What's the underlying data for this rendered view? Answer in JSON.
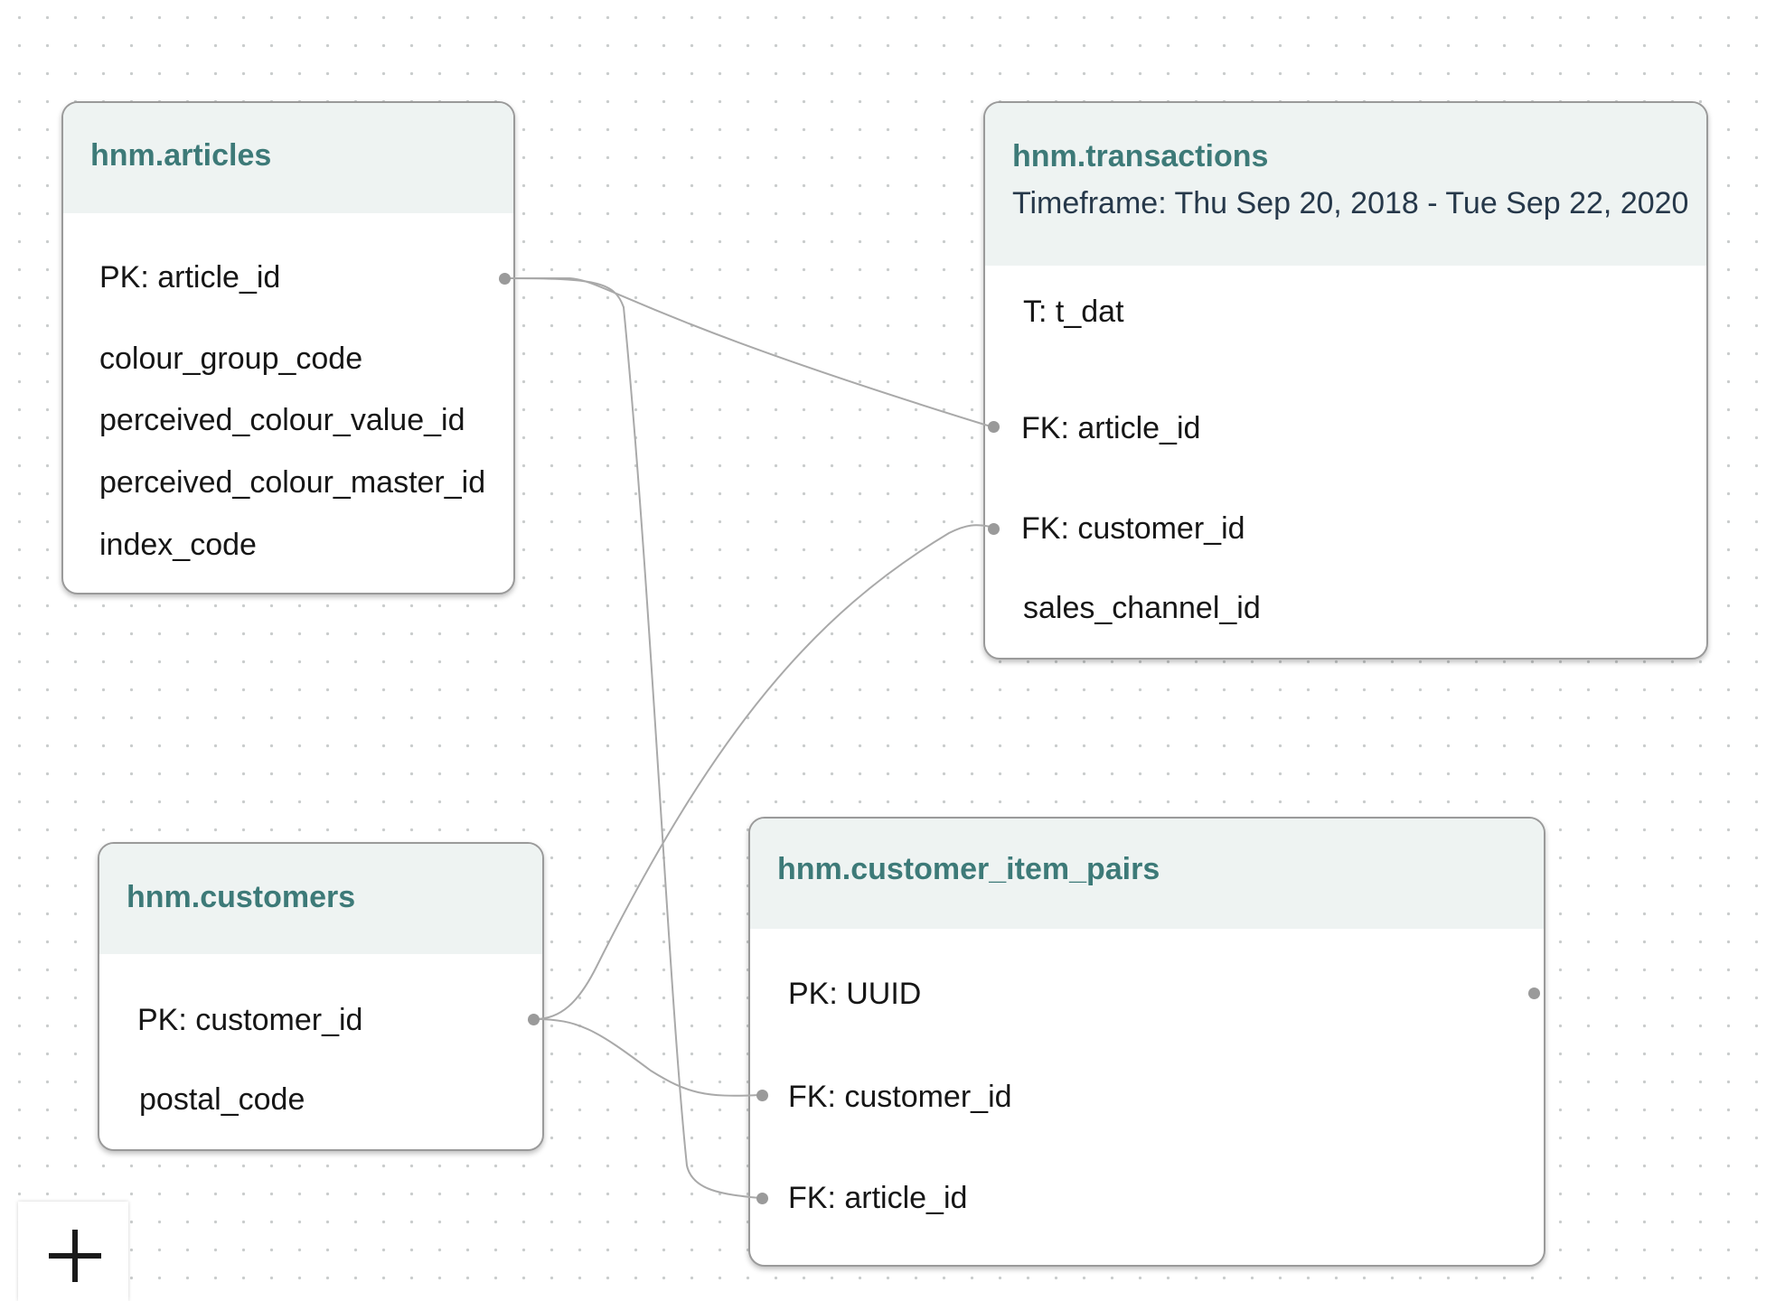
{
  "tables": {
    "articles": {
      "name": "hnm.articles",
      "fields": [
        "PK: article_id",
        "colour_group_code",
        "perceived_colour_value_id",
        "perceived_colour_master_id",
        "index_code"
      ]
    },
    "transactions": {
      "name": "hnm.transactions",
      "subtitle": "Timeframe: Thu Sep 20, 2018 - Tue Sep 22, 2020",
      "fields": [
        "T: t_dat",
        "FK: article_id",
        "FK: customer_id",
        "sales_channel_id"
      ]
    },
    "customers": {
      "name": "hnm.customers",
      "fields": [
        "PK: customer_id",
        "postal_code"
      ]
    },
    "customer_item_pairs": {
      "name": "hnm.customer_item_pairs",
      "fields": [
        "PK: UUID",
        "FK: customer_id",
        "FK: article_id"
      ]
    }
  },
  "relationships": [
    {
      "from": "hnm.articles.article_id",
      "to": "hnm.transactions.article_id"
    },
    {
      "from": "hnm.articles.article_id",
      "to": "hnm.customer_item_pairs.article_id"
    },
    {
      "from": "hnm.customers.customer_id",
      "to": "hnm.transactions.customer_id"
    },
    {
      "from": "hnm.customers.customer_id",
      "to": "hnm.customer_item_pairs.customer_id"
    }
  ],
  "controls": {
    "zoom_in_icon": "plus-icon"
  },
  "colors": {
    "table_name": "#3d7a78",
    "header_background": "#eef3f2",
    "edge": "#a9a9a9"
  }
}
